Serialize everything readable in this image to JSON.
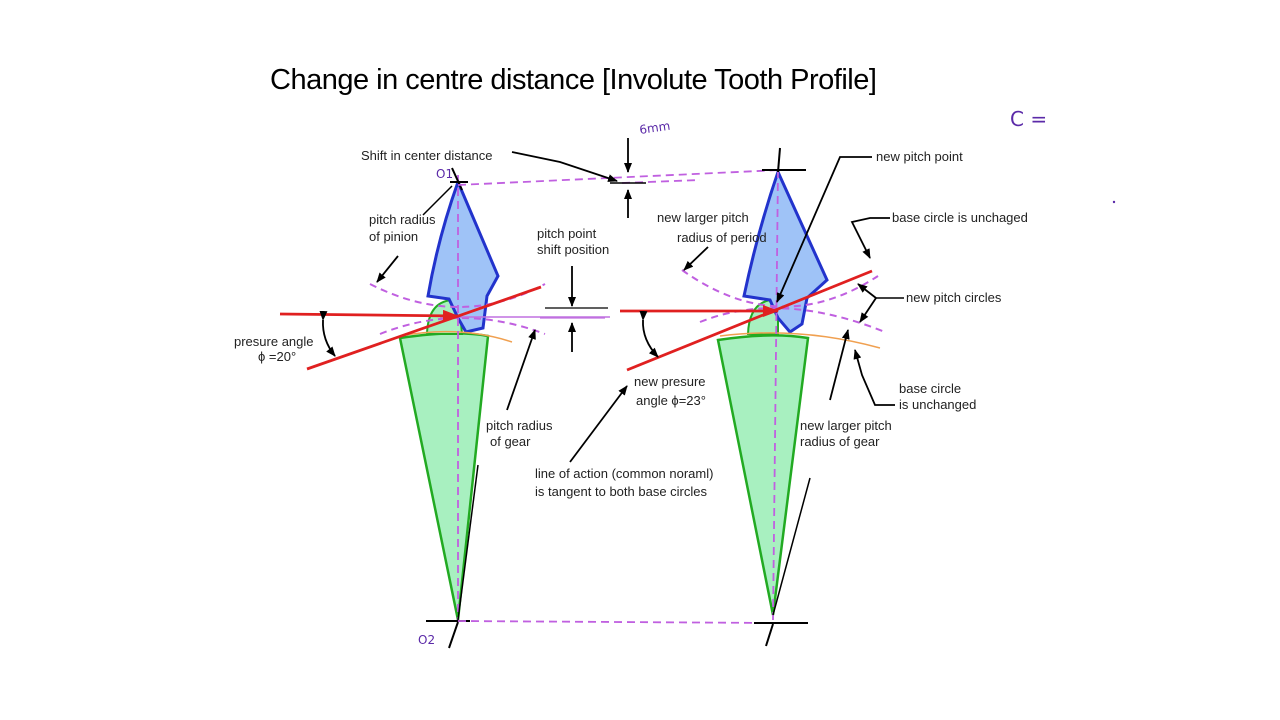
{
  "title": "Change in centre distance [Involute Tooth Profile]",
  "colors": {
    "pinion_fill": "#9fc3f7",
    "pinion_stroke": "#2233cc",
    "gear_fill": "#a8f0c0",
    "gear_stroke": "#22aa22",
    "line_of_action": "#e02020",
    "pitch_dashed": "#c060e0",
    "base_circle": "#f0a050",
    "handwriting": "#5b2aa8"
  },
  "annotations": {
    "shift_in_center_distance": "Shift in center distance",
    "pitch_radius_pinion_1": "pitch radius",
    "pitch_radius_pinion_2": "of pinion",
    "pitch_point_shift_1": "pitch point",
    "pitch_point_shift_2": "shift position",
    "pressure_angle_1": "presure angle",
    "pressure_angle_2": "ϕ =20°",
    "pitch_radius_gear_1": "pitch radius",
    "pitch_radius_gear_2": "of gear",
    "line_of_action_1": "line of action (common noraml)",
    "line_of_action_2": "is tangent to both base circles",
    "new_pitch_point": "new pitch point",
    "new_larger_pitch_pinion_1": "new larger pitch",
    "new_larger_pitch_pinion_2": "radius of period",
    "base_circle_unchanged_top": "base circle is unchaged",
    "new_pitch_circles": "new pitch circles",
    "new_pressure_angle_1": "new presure",
    "new_pressure_angle_2": "angle ϕ=23°",
    "base_circle_unchanged_1": "base circle",
    "base_circle_unchanged_2": "is unchanged",
    "new_larger_pitch_gear_1": "new larger pitch",
    "new_larger_pitch_gear_2": "radius of gear"
  },
  "handwriting": {
    "shift_value": "6mm",
    "o1": "O1",
    "o2": "O2",
    "c_equals": "C ="
  }
}
